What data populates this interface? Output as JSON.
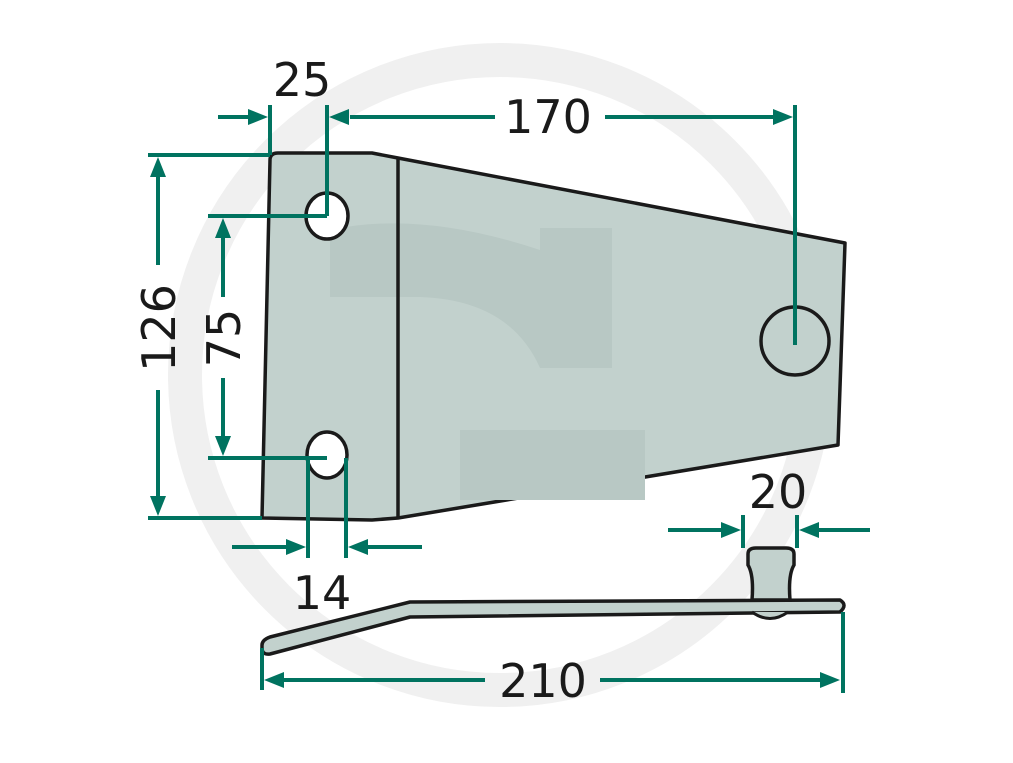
{
  "diagram": {
    "title": "Blade technical drawing with dimensions",
    "colors": {
      "dimension_line": "#007360",
      "outline": "#1a1a1a",
      "fill": "#c2d1cd",
      "watermark": "#f0f0f0",
      "watermark_fill": "#b8c8c4"
    },
    "dimensions": {
      "hole_offset": "25",
      "hole_spacing_horizontal": "170",
      "total_height": "126",
      "hole_spacing_vertical": "75",
      "hole_diameter_small": "14",
      "pin_width": "20",
      "total_length": "210"
    }
  }
}
